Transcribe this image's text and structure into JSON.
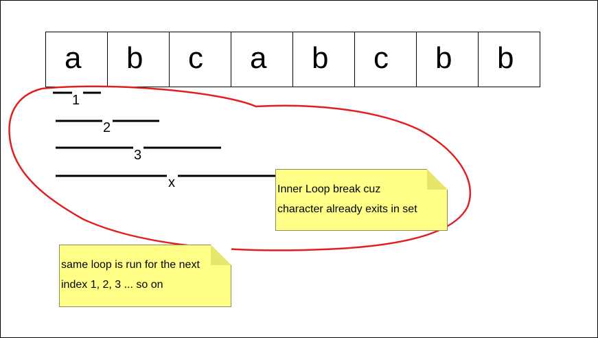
{
  "characters": [
    "a",
    "b",
    "c",
    "a",
    "b",
    "c",
    "b",
    "b"
  ],
  "windows": [
    {
      "label": "1"
    },
    {
      "label": "2"
    },
    {
      "label": "3"
    },
    {
      "label": "x"
    }
  ],
  "notes": {
    "inner_loop": {
      "line1": "Inner Loop break cuz",
      "line2": "character already exits in set"
    },
    "same_loop": {
      "line1": "same loop is run for the next",
      "line2": "index 1, 2, 3 ... so on"
    }
  },
  "colors": {
    "highlight_loop": "#e02020",
    "note_fill": "#ffff88",
    "note_fold": "#e6e66a",
    "line": "#000000"
  }
}
